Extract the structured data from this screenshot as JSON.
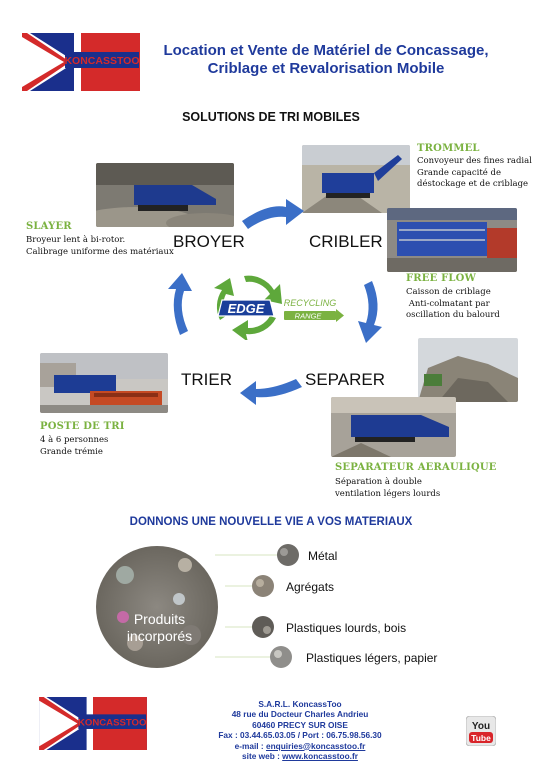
{
  "header": {
    "brand_text": "KONCASSTOO",
    "title_line1": "Location et Vente de Matériel de Concassage,",
    "title_line2": "Criblage et Revalorisation Mobile"
  },
  "subtitle": "SOLUTIONS DE TRI MOBILES",
  "cycle": {
    "stages": [
      "BROYER",
      "CRIBLER",
      "SEPARER",
      "TRIER"
    ],
    "center_logo": {
      "main": "EDGE",
      "sub1": "RECYCLING",
      "sub2": "RANGE"
    }
  },
  "products": {
    "slayer": {
      "title": "SLAYER",
      "lines": [
        "Broyeur lent à bi-rotor.",
        "Calibrage uniforme des matériaux"
      ]
    },
    "trommel": {
      "title": "TROMMEL",
      "lines": [
        "Convoyeur des fines radial",
        "Grande capacité de",
        "déstockage et de criblage"
      ]
    },
    "free_flow": {
      "title": "FREE FLOW",
      "lines": [
        "Caisson de criblage",
        " Anti-colmatant par",
        "oscillation du balourd"
      ]
    },
    "poste_de_tri": {
      "title": "POSTE DE TRI",
      "lines": [
        "4 à 6 personnes",
        "Grande trémie"
      ]
    },
    "separateur": {
      "title": "SEPARATEUR AERAULIQUE",
      "lines": [
        "Séparation à double",
        "ventilation légers lourds"
      ]
    }
  },
  "materials": {
    "heading": "DONNONS UNE NOUVELLE VIE A VOS MATERIAUX",
    "center_line1": "Produits",
    "center_line2": "incorporés",
    "items": [
      "Métal",
      "Agrégats",
      "Plastiques lourds, bois",
      "Plastiques légers, papier"
    ]
  },
  "footer": {
    "company": "S.A.R.L. KoncassToo",
    "address": "48 rue du Docteur Charles Andrieu",
    "city": "60460 PRECY SUR OISE",
    "phones": "Fax : 03.44.65.03.05 / Port : 06.75.98.56.30",
    "email_label": "e-mail : ",
    "email": "enquiries@koncasstoo.fr",
    "web_label": "site web : ",
    "web": "www.koncasstoo.fr",
    "youtube_you": "You",
    "youtube_tube": "Tube"
  },
  "colors": {
    "brand_blue": "#1f3a9c",
    "caption_green": "#7bb241",
    "arrow_blue": "#3b6fc7",
    "flag_red": "#d42a2a"
  }
}
